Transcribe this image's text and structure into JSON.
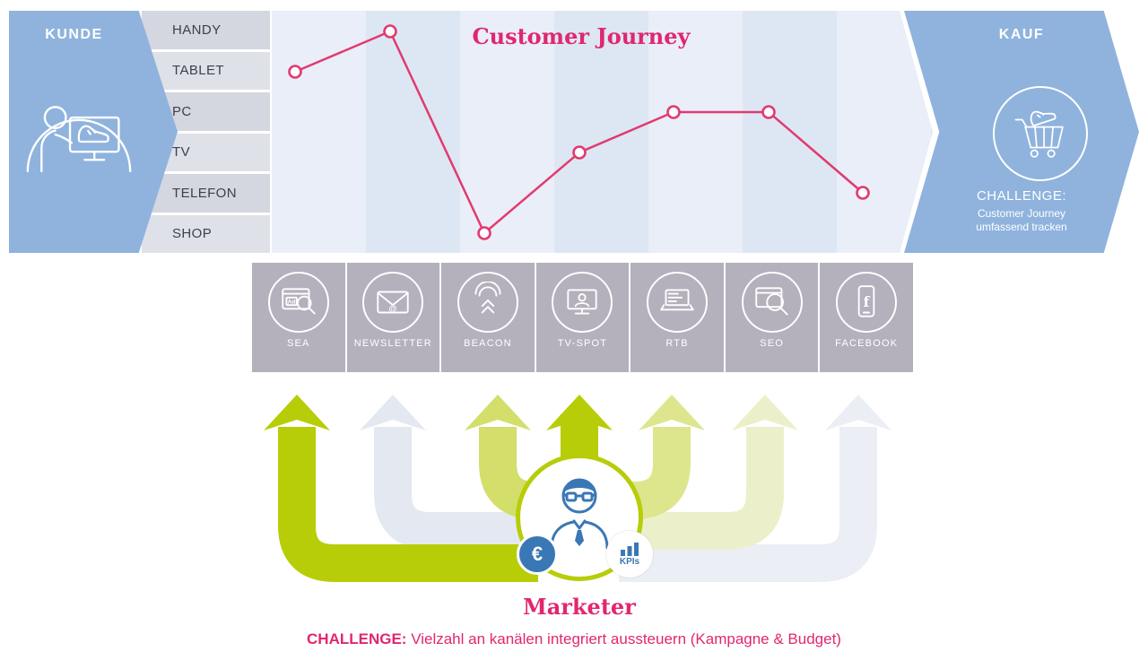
{
  "journey": {
    "title": "Customer Journey",
    "kunde": {
      "label": "KUNDE"
    },
    "kauf": {
      "label": "KAUF",
      "challenge_title": "CHALLENGE:",
      "challenge_line1": "Customer Journey",
      "challenge_line2": "umfassend tracken"
    },
    "channels": [
      "HANDY",
      "TABLET",
      "PC",
      "TV",
      "TELEFON",
      "SHOP"
    ]
  },
  "touchpoints": [
    {
      "label": "SEA",
      "icon": "sea-ad-search-icon"
    },
    {
      "label": "NEWSLETTER",
      "icon": "newsletter-envelope-icon"
    },
    {
      "label": "BEACON",
      "icon": "beacon-signal-icon"
    },
    {
      "label": "TV-SPOT",
      "icon": "tv-spot-icon"
    },
    {
      "label": "RTB",
      "icon": "rtb-laptop-icon"
    },
    {
      "label": "SEO",
      "icon": "seo-search-icon"
    },
    {
      "label": "FACEBOOK",
      "icon": "facebook-phone-icon"
    }
  ],
  "marketer": {
    "label": "Marketer",
    "euro_badge": "€",
    "kpis_badge": "KPIs",
    "challenge_bold": "CHALLENGE:",
    "challenge_rest": " Vielzahl an kanälen integriert aussteuern (Kampagne & Budget)"
  },
  "colors": {
    "blue": "#8fb3dd",
    "magenta": "#e0276f",
    "lime": "#b7cd08",
    "lime_mid": "#d3de6b",
    "lime_light": "#dde68d",
    "lime_pale": "#ecf0ca",
    "gray_arrow": "#e4e9f1",
    "tile_gray": "#b4b0bc",
    "icon_blue": "#3a78b5"
  },
  "chart_data": {
    "type": "line",
    "title": "Customer Journey",
    "y_categories_top_to_bottom": [
      "HANDY",
      "TABLET",
      "PC",
      "TV",
      "TELEFON",
      "SHOP"
    ],
    "points_channel_sequence": [
      "TABLET",
      "HANDY",
      "SHOP",
      "TV",
      "PC",
      "PC",
      "TELEFON"
    ],
    "line_color": "#e23a70",
    "grid": "vertical-stripes",
    "legend": "none"
  }
}
